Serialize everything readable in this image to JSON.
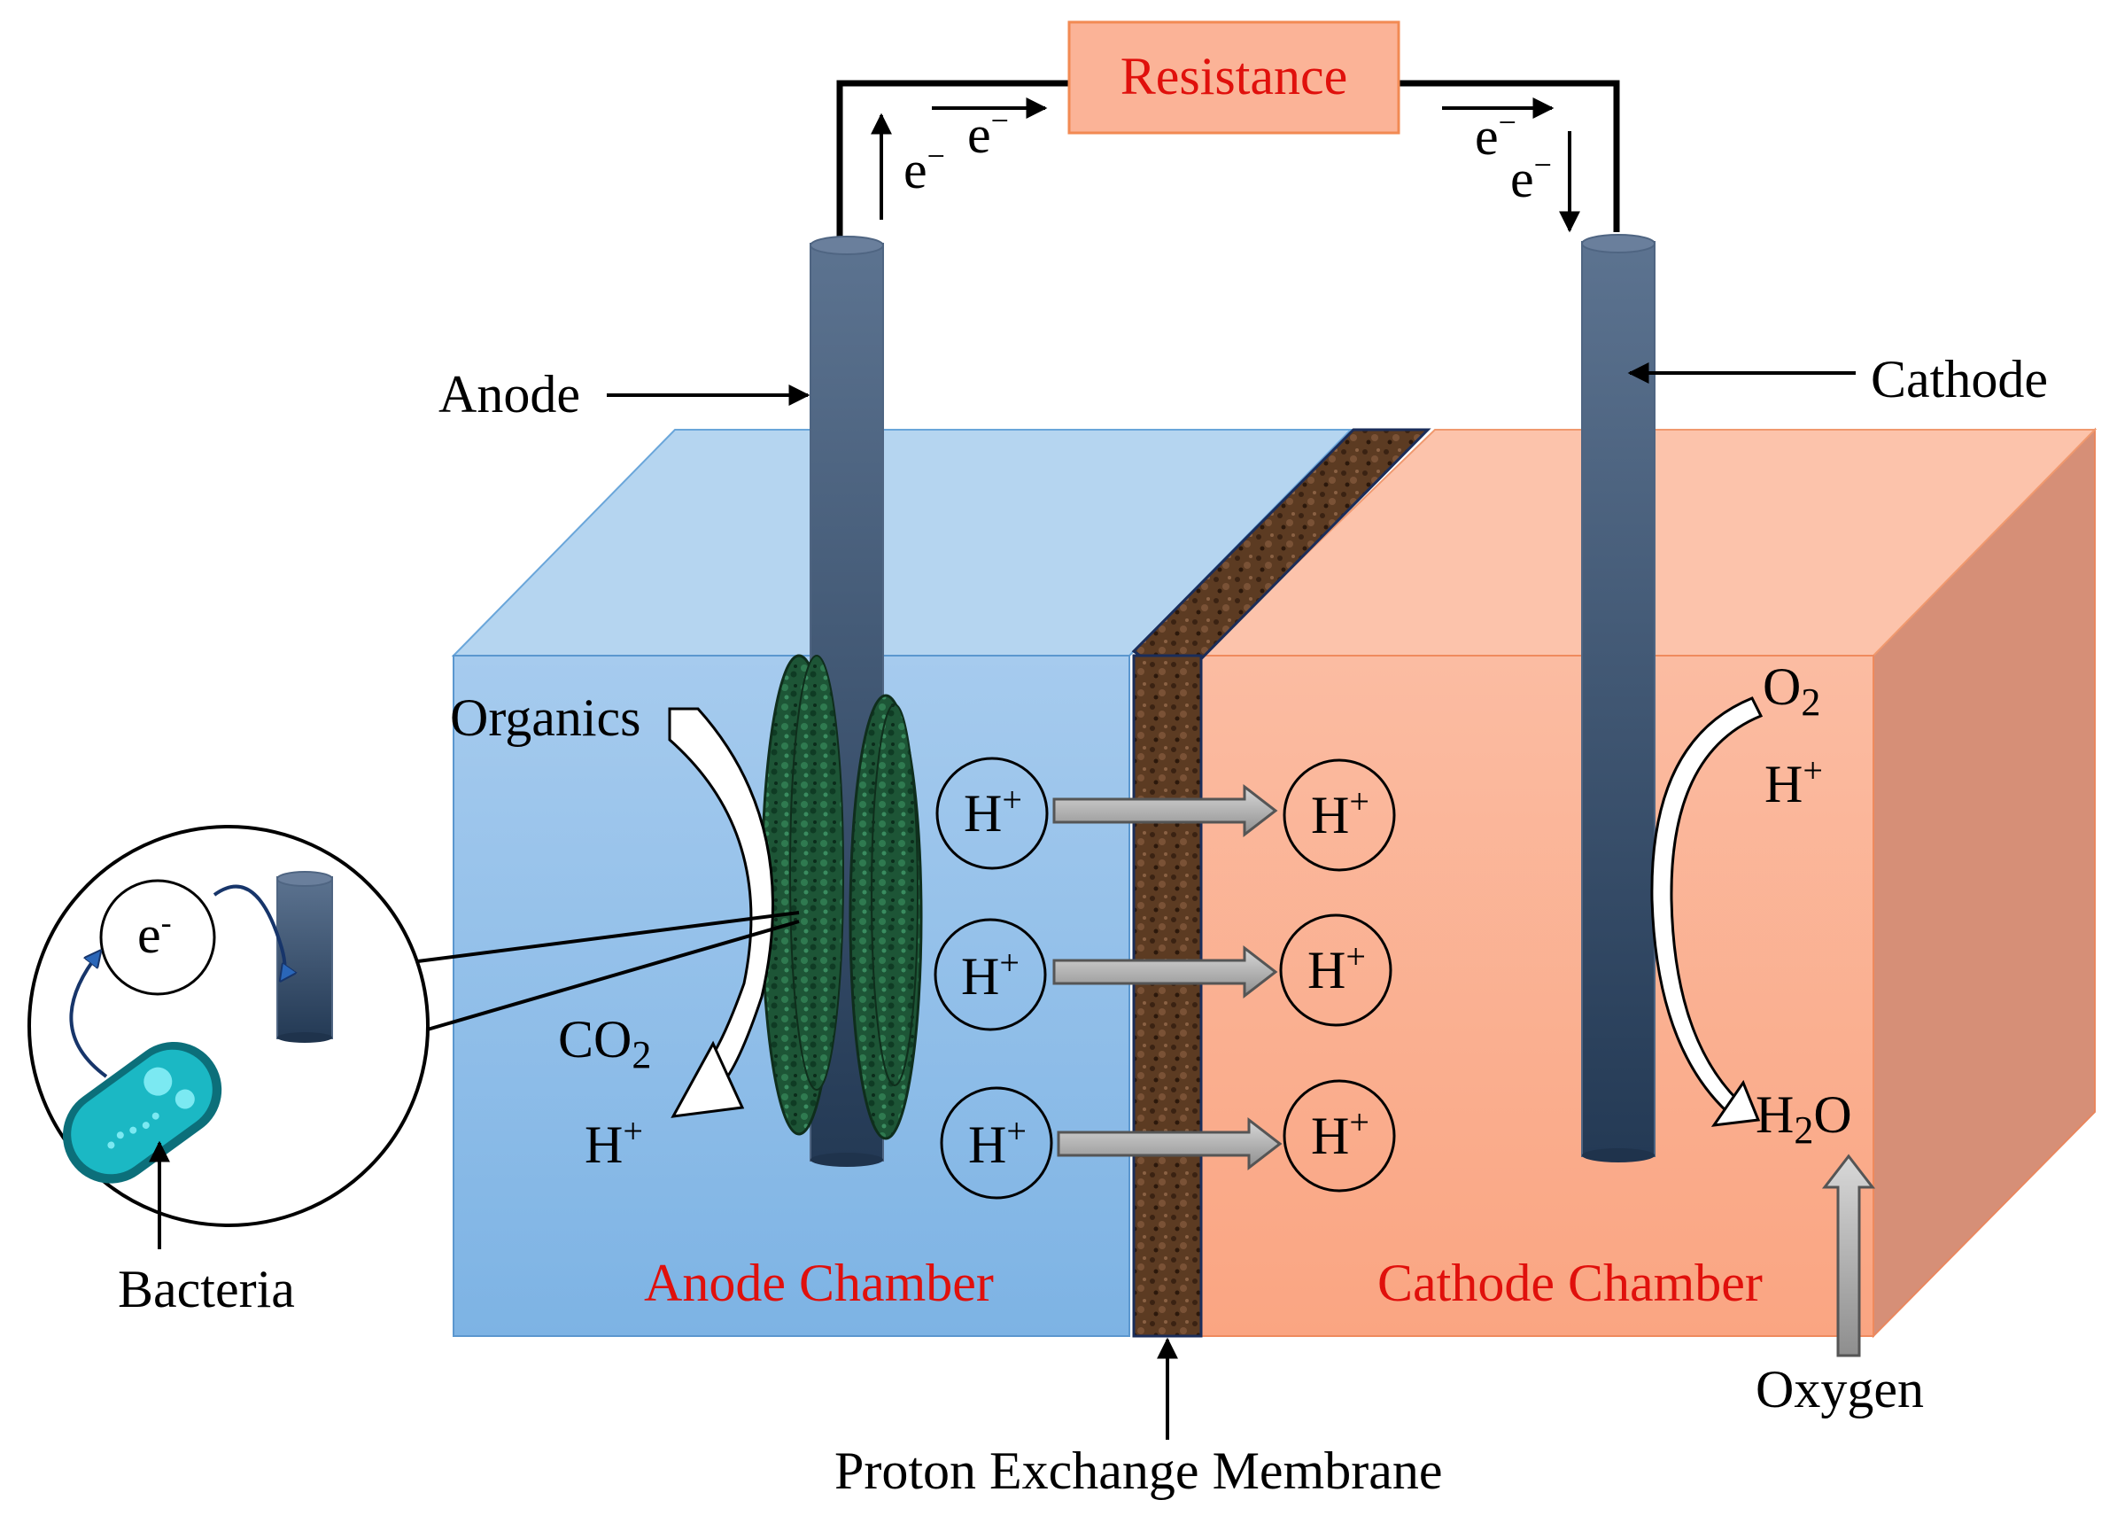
{
  "labels": {
    "resistance": "Resistance",
    "anode": "Anode",
    "cathode": "Cathode",
    "organics": "Organics",
    "co2": "CO2",
    "h_plus": "H+",
    "o2": "O2",
    "h2o": "H2O",
    "anode_chamber": "Anode Chamber",
    "cathode_chamber": "Cathode Chamber",
    "membrane": "Proton Exchange Membrane",
    "oxygen": "Oxygen",
    "bacteria": "Bacteria",
    "electron": "e-"
  },
  "colors": {
    "anode_chamber": "#8fbde8",
    "cathode_chamber": "#fcb596",
    "label_red": "#e0100c",
    "electrode": "#2e4766",
    "resistance_box": "#fbb397",
    "membrane": "#5a3a22",
    "biofilm": "#1f5a3a",
    "bacteria": "#1bb8c4"
  },
  "icons": {
    "bacterium": "bacterium-icon",
    "electron": "electron-icon"
  }
}
